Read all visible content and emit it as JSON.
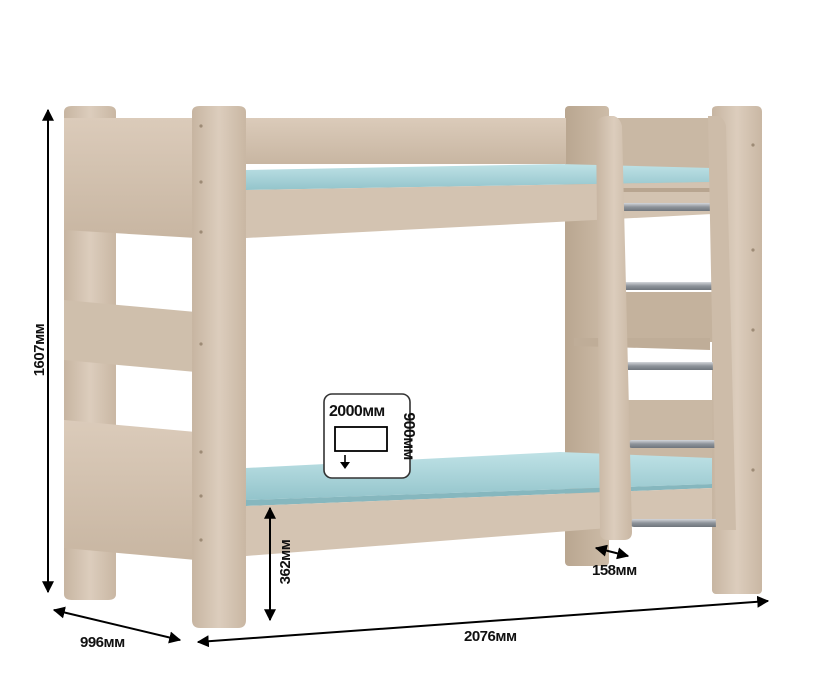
{
  "dimensions": {
    "height": "1607мм",
    "depth": "996мм",
    "length": "2076мм",
    "bed_height": "362мм",
    "ladder_offset": "158мм"
  },
  "mattress_badge": {
    "length": "2000мм",
    "width": "900мм"
  },
  "colors": {
    "wood_light": "#d9cab9",
    "wood_mid": "#cdbca9",
    "wood_dark": "#bba892",
    "mattress": "#a9d3d8",
    "mattress_edge": "#8fc0c7",
    "metal": "#9a9fa6"
  }
}
